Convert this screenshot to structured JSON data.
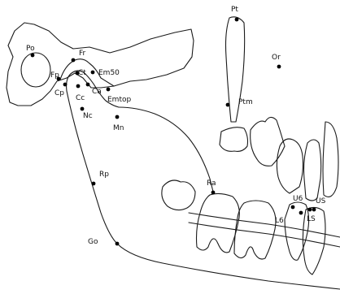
{
  "landmarks": [
    {
      "id": "po",
      "label": "Po"
    },
    {
      "id": "fr",
      "label": "Fr"
    },
    {
      "id": "ct",
      "label": "Ct"
    },
    {
      "id": "em50",
      "label": "Em50"
    },
    {
      "id": "fp",
      "label": "Fp"
    },
    {
      "id": "cp",
      "label": "Cp"
    },
    {
      "id": "cc",
      "label": "Cc"
    },
    {
      "id": "ca",
      "label": "Ca"
    },
    {
      "id": "emtop",
      "label": "Emtop"
    },
    {
      "id": "nc",
      "label": "Nc"
    },
    {
      "id": "mn",
      "label": "Mn"
    },
    {
      "id": "rp",
      "label": "Rp"
    },
    {
      "id": "go",
      "label": "Go"
    },
    {
      "id": "pt",
      "label": "Pt"
    },
    {
      "id": "ptm",
      "label": "Ptm"
    },
    {
      "id": "or",
      "label": "Or"
    },
    {
      "id": "ra",
      "label": "Ra"
    },
    {
      "id": "u6",
      "label": "U6"
    },
    {
      "id": "us",
      "label": "US"
    },
    {
      "id": "l6",
      "label": "L6"
    },
    {
      "id": "ls",
      "label": "LS"
    }
  ]
}
